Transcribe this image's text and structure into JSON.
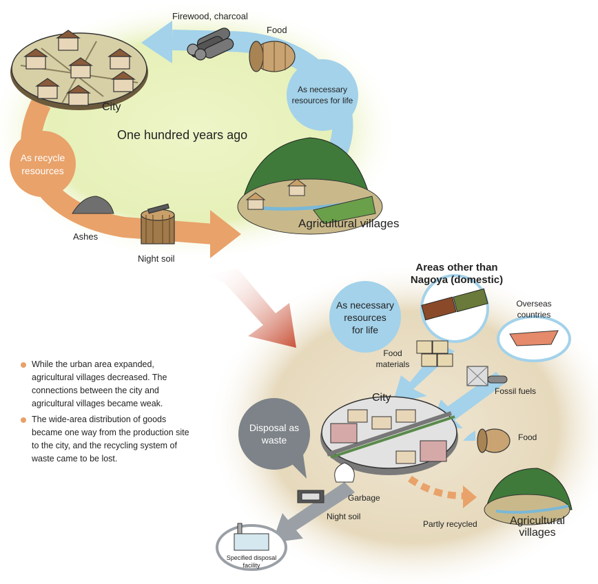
{
  "top": {
    "title": "One hundred years ago",
    "city": "City",
    "agri": "Agricultural villages",
    "firewood": "Firewood, charcoal",
    "food": "Food",
    "necessary": [
      "As necessary",
      "resources for life"
    ],
    "recycle": [
      "As recycle",
      "resources"
    ],
    "ashes": "Ashes",
    "night_soil": "Night soil"
  },
  "bottom": {
    "areas": [
      "Areas other than",
      "Nagoya (domestic)"
    ],
    "necessary": [
      "As necessary",
      "resources",
      "for life"
    ],
    "overseas": [
      "Overseas",
      "countries"
    ],
    "food_materials": [
      "Food",
      "materials"
    ],
    "fossil": "Fossil fuels",
    "city": "City",
    "disposal": [
      "Disposal as",
      "waste"
    ],
    "food": "Food",
    "garbage": "Garbage",
    "night_soil": "Night soil",
    "partly": "Partly recycled",
    "agri": [
      "Agricultural",
      "villages"
    ],
    "facility": [
      "Specified disposal",
      "facility"
    ]
  },
  "bullets": [
    "While the urban area expanded, agricultural villages decreased. The connections between the city and agricultural villages became weak.",
    "The wide-area distribution of goods became one way from the production site to the city, and the recycling system of waste came to be lost."
  ],
  "colors": {
    "top_bg": "#e6f0b8",
    "bottom_bg": "#eadfc6",
    "blue_arrow": "#9fcfe8",
    "orange_arrow": "#e9a06a",
    "gray_arrow": "#9aa0a6",
    "bubble_gray": "#7d8388",
    "forest": "#3f7a3a"
  }
}
